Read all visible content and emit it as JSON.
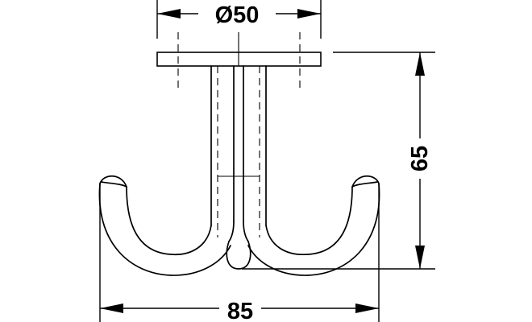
{
  "dimensions": {
    "diameter": {
      "symbol": "Ø",
      "value": "50"
    },
    "height": {
      "value": "65"
    },
    "width": {
      "value": "85"
    }
  },
  "colors": {
    "line": "#000000",
    "background": "#ffffff"
  }
}
